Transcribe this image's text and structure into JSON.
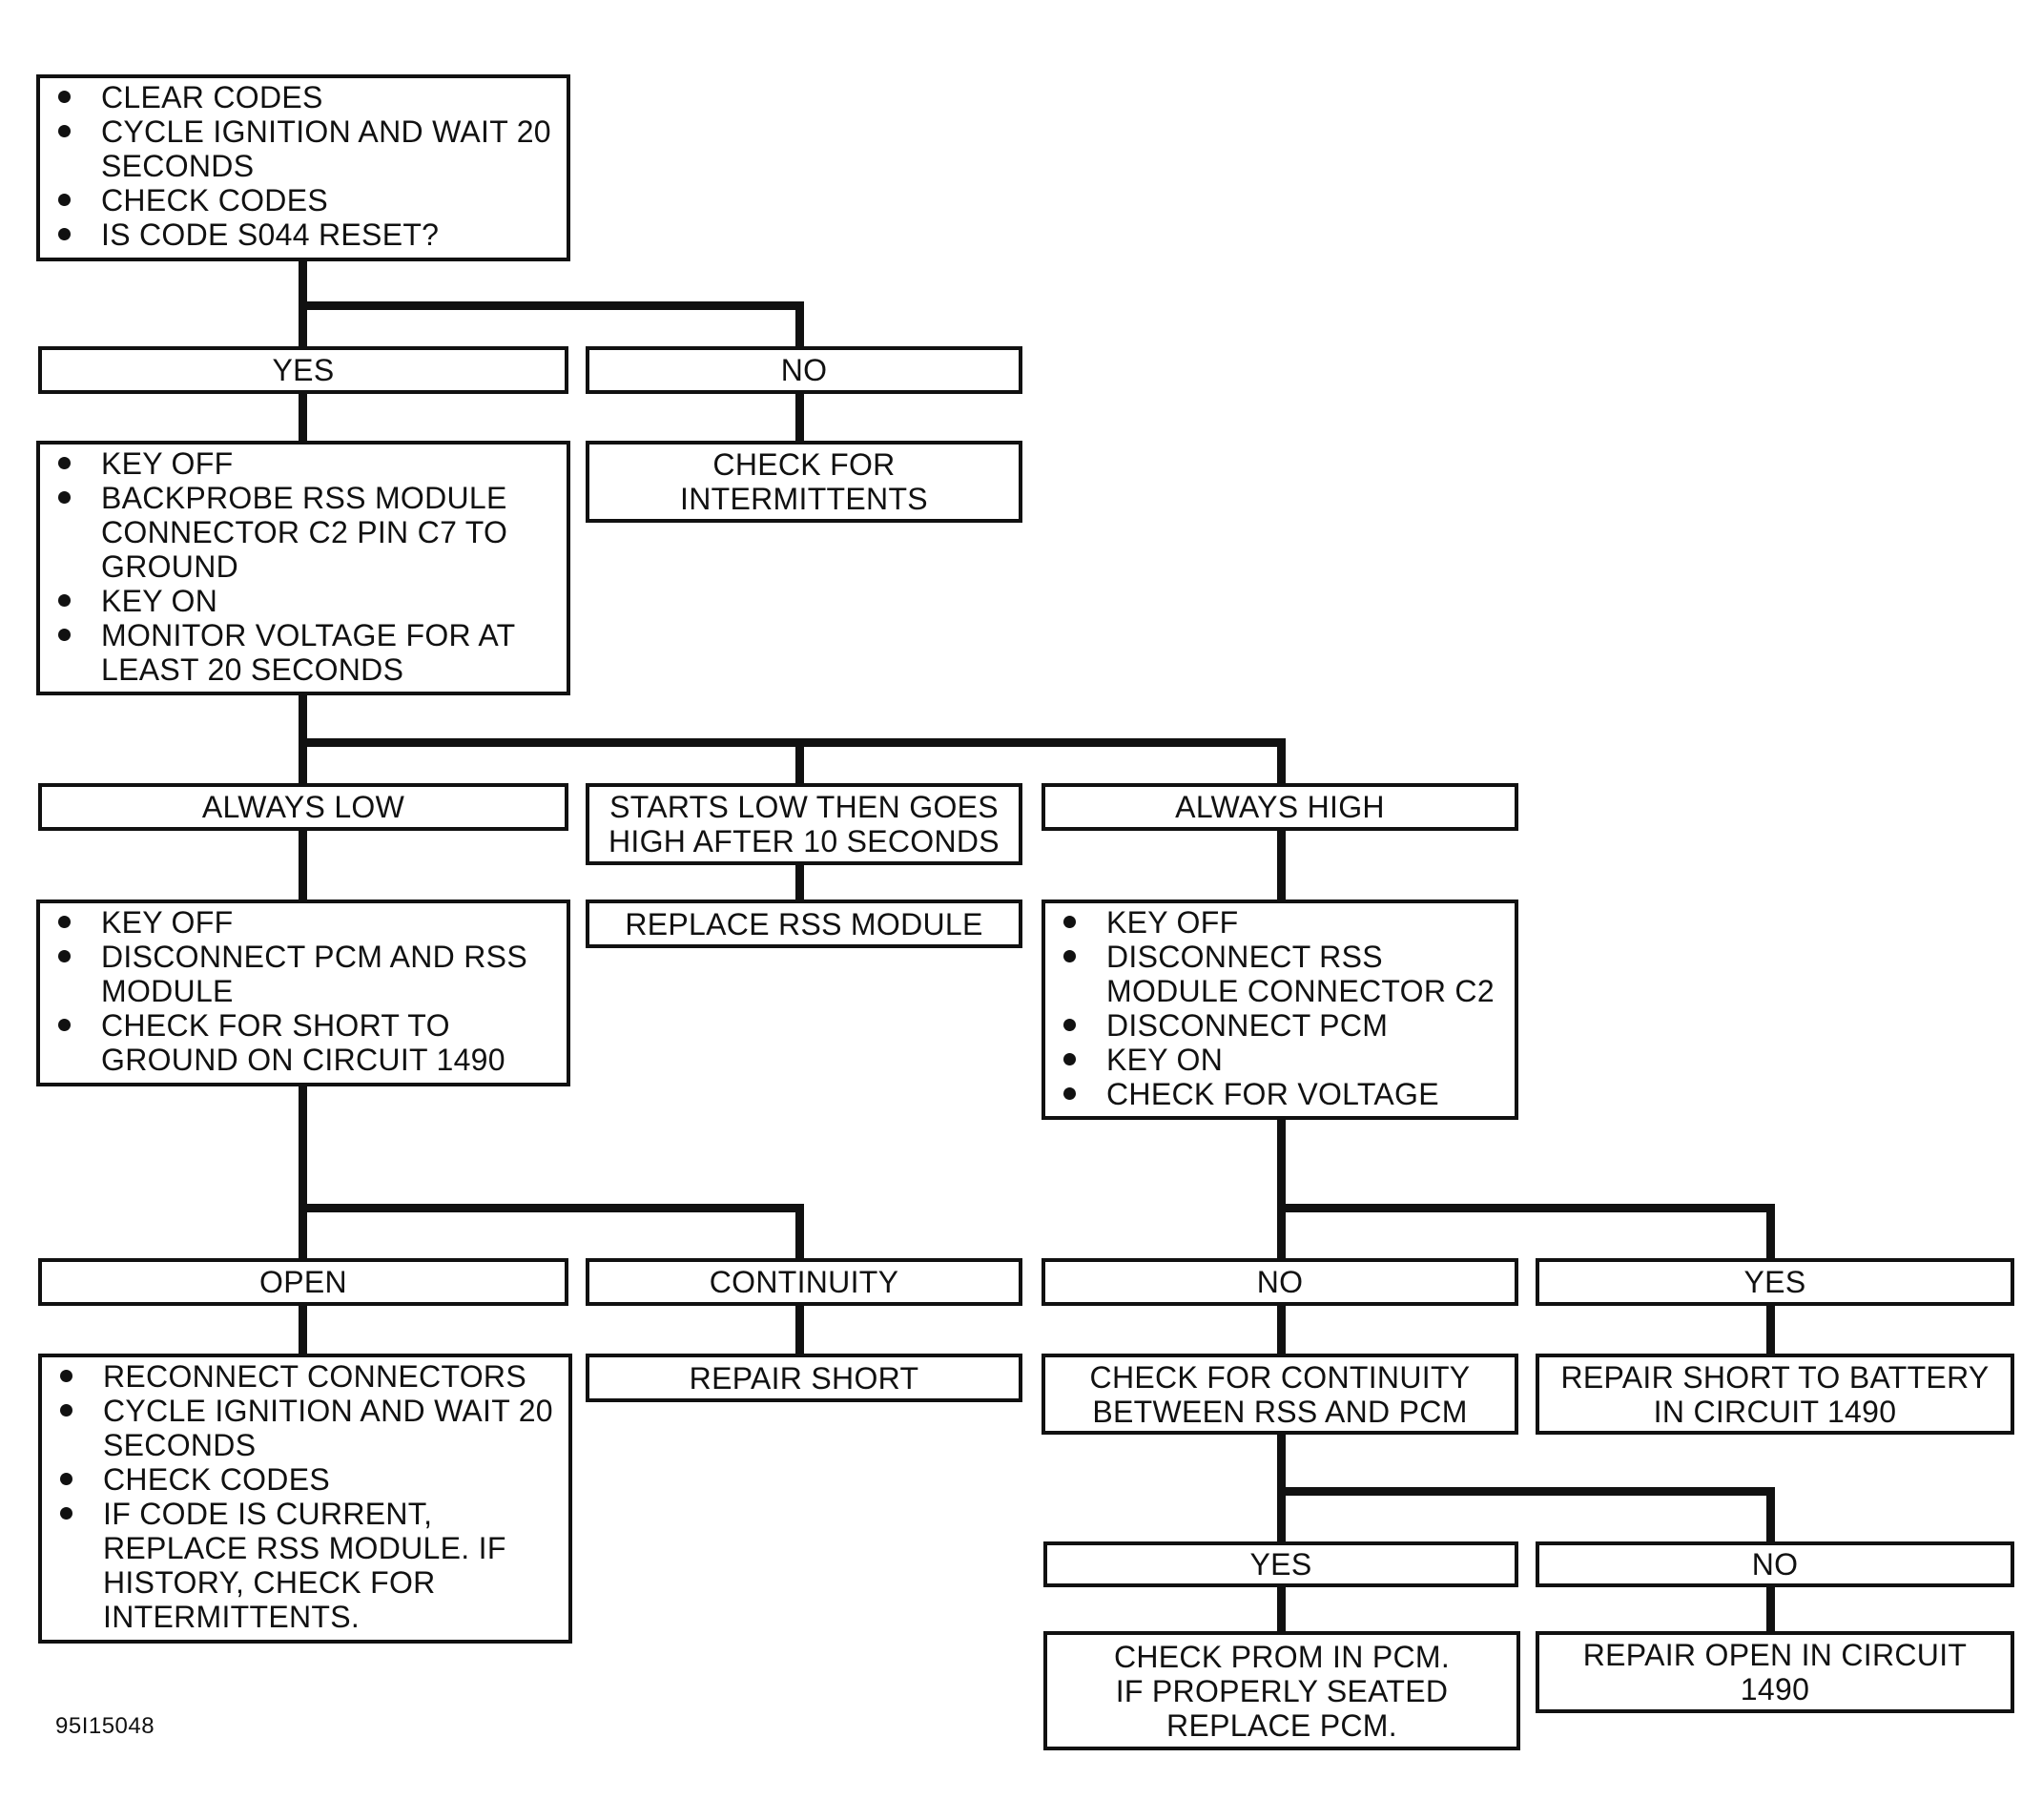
{
  "boxes": {
    "start": [
      "CLEAR CODES",
      "CYCLE IGNITION AND WAIT 20 SECONDS",
      "CHECK CODES",
      "IS CODE S044 RESET?"
    ],
    "yes_1": "YES",
    "no_1": "NO",
    "key_off_backprobe": [
      "KEY OFF",
      "BACKPROBE RSS MODULE CONNECTOR C2 PIN C7 TO GROUND",
      "KEY ON",
      "MONITOR VOLTAGE FOR AT LEAST 20 SECONDS"
    ],
    "check_intermittents": [
      "CHECK FOR",
      "INTERMITTENTS"
    ],
    "always_low": "ALWAYS LOW",
    "starts_low": [
      "STARTS LOW THEN GOES",
      "HIGH AFTER 10 SECONDS"
    ],
    "always_high": "ALWAYS HIGH",
    "disconnect_pcm_rss": [
      "KEY OFF",
      "DISCONNECT PCM AND RSS MODULE",
      "CHECK FOR SHORT TO GROUND ON CIRCUIT 1490"
    ],
    "replace_rss": "REPLACE RSS MODULE",
    "disconnect_rss_c2": [
      "KEY OFF",
      "DISCONNECT RSS MODULE CONNECTOR C2",
      "DISCONNECT PCM",
      "KEY ON",
      "CHECK FOR VOLTAGE"
    ],
    "open": "OPEN",
    "continuity": "CONTINUITY",
    "no_2": "NO",
    "yes_2": "YES",
    "reconnect": [
      "RECONNECT CONNECTORS",
      "CYCLE IGNITION AND WAIT 20 SECONDS",
      "CHECK CODES",
      "IF CODE IS CURRENT, REPLACE RSS MODULE.  IF HISTORY, CHECK FOR INTERMITTENTS."
    ],
    "repair_short": "REPAIR SHORT",
    "check_continuity": [
      "CHECK FOR CONTINUITY",
      "BETWEEN RSS AND PCM"
    ],
    "repair_short_battery": [
      "REPAIR SHORT TO BATTERY",
      "IN CIRCUIT 1490"
    ],
    "yes_3": "YES",
    "no_3": "NO",
    "check_prom": [
      "CHECK PROM IN PCM.",
      "IF PROPERLY SEATED",
      "REPLACE PCM."
    ],
    "repair_open": [
      "REPAIR OPEN IN CIRCUIT",
      "1490"
    ]
  },
  "figure_id": "95I15048"
}
